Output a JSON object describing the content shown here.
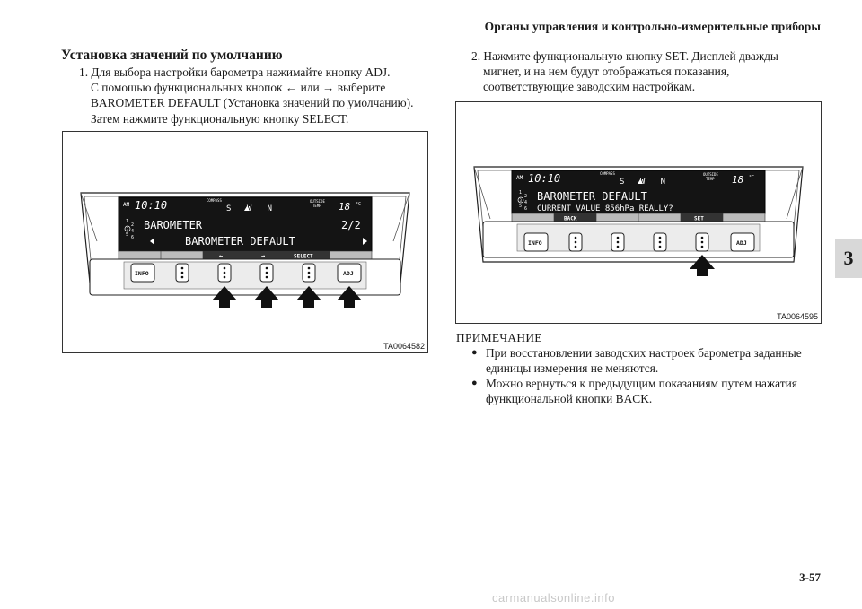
{
  "header": {
    "section_title": "Органы управления и контрольно-измерительные приборы"
  },
  "tab": {
    "label": "3"
  },
  "page_number": "3-57",
  "section": {
    "title": "Установка значений по умолчанию"
  },
  "step1": {
    "num": "1.",
    "line1": "Для выбора настройки барометра нажимайте кнопку ADJ.",
    "line2": "С помощью функциональных кнопок ← или → выберите",
    "line3": "BAROMETER DEFAULT (Установка значений по умолчанию).",
    "line4": "Затем нажмите функциональную кнопку SELECT."
  },
  "step2": {
    "num": "2.",
    "line1": "Нажмите функциональную кнопку SET. Дисплей дважды",
    "line2": "мигнет, и на нем будут отображаться показания,",
    "line3": "соответствующие заводским настройкам."
  },
  "figure1": {
    "code": "TA0064582",
    "am": "AM",
    "time": "10:10",
    "compass": "COMPASS",
    "outside": "OUTSIDE",
    "temp_label": "TEMP",
    "heading": "S W N",
    "temp": "18",
    "deg": "°C",
    "levels": [
      "1",
      "2",
      "3",
      "4",
      "5",
      "6"
    ],
    "line1": "BAROMETER",
    "page": "2/2",
    "line2": "BAROMETER DEFAULT",
    "soft_left": "←",
    "soft_right": "→",
    "soft_select": "SELECT",
    "btn_info": "INFO",
    "btn_adj": "ADJ"
  },
  "figure2": {
    "code": "TA0064595",
    "am": "AM",
    "time": "10:10",
    "compass": "COMPASS",
    "outside": "OUTSIDE",
    "temp_label": "TEMP",
    "heading": "S W N",
    "temp": "18",
    "deg": "°C",
    "levels": [
      "1",
      "2",
      "3",
      "4",
      "5",
      "6"
    ],
    "line1": "BAROMETER DEFAULT",
    "line2": "CURRENT VALUE 856hPa REALLY?",
    "soft_back": "BACK",
    "soft_set": "SET",
    "btn_info": "INFO",
    "btn_adj": "ADJ"
  },
  "note": {
    "heading": "ПРИМЕЧАНИЕ",
    "bullet": "●",
    "item1_line1": "При восстановлении заводских настроек барометра заданные",
    "item1_line2": "единицы измерения не меняются.",
    "item2_line1": "Можно вернуться к предыдущим показаниям путем нажатия",
    "item2_line2": "функциональной кнопки BACK."
  },
  "watermark": "carmanualsonline.info"
}
